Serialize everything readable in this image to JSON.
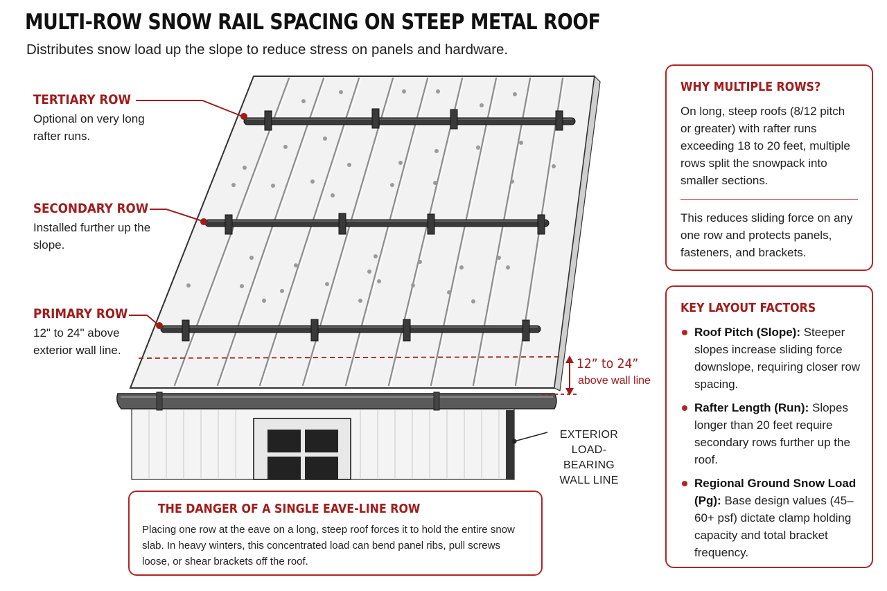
{
  "header": {
    "title": "MULTI-ROW SNOW RAIL SPACING ON STEEP METAL ROOF",
    "subtitle": "Distributes snow load up the slope to reduce stress on panels and hardware."
  },
  "rows": [
    {
      "id": "tertiary",
      "title": "TERTIARY ROW",
      "description": "Optional on very long rafter runs."
    },
    {
      "id": "secondary",
      "title": "SECONDARY ROW",
      "description": "Installed further up the slope."
    },
    {
      "id": "primary",
      "title": "PRIMARY ROW",
      "description": "12\" to 24\" above exterior wall line."
    }
  ],
  "measurement": {
    "value": "12” to 24”",
    "note": "above wall line"
  },
  "wall_label": "EXTERIOR LOAD-BEARING WALL LINE",
  "why_box": {
    "title": "WHY MULTIPLE ROWS?",
    "paragraph1": "On long, steep roofs (8/12 pitch or greater) with rafter runs exceeding 18 to 20 feet, multiple rows split the snowpack into smaller sections.",
    "paragraph2": "This reduces sliding force on any one row and protects panels, fasteners, and brackets."
  },
  "factors_box": {
    "title": "KEY LAYOUT FACTORS",
    "items": [
      {
        "label": "Roof Pitch (Slope):",
        "text": " Steeper slopes increase sliding force downslope, requiring closer row spacing."
      },
      {
        "label": "Rafter Length (Run):",
        "text": " Slopes longer than 20 feet require secondary rows further up the roof."
      },
      {
        "label": "Regional Ground Snow Load (Pg):",
        "text": " Base design values (45–60+ psf) dictate clamp holding capacity and total bracket frequency."
      }
    ]
  },
  "danger_box": {
    "title": "THE DANGER OF A SINGLE EAVE-LINE ROW",
    "text": "Placing one row at the eave on a long, steep roof forces it to hold the entire snow slab. In heavy winters, this concentrated load can bend panel ribs, pull screws loose, or shear brackets off the roof."
  },
  "colors": {
    "accent": "#b32424",
    "text": "#1a1a1a",
    "roof": "#f1f1f1",
    "rail": "#3a3a3a"
  }
}
